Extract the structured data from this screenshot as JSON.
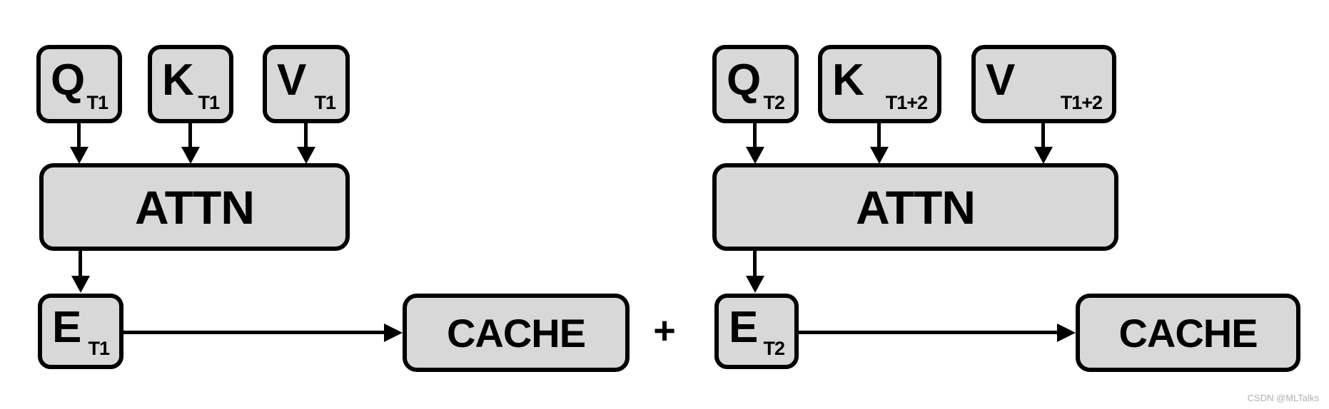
{
  "left": {
    "inputs": [
      {
        "main": "Q",
        "sub": "T1"
      },
      {
        "main": "K",
        "sub": "T1"
      },
      {
        "main": "V",
        "sub": "T1"
      }
    ],
    "attn_label": "ATTN",
    "output": {
      "main": "E",
      "sub": "T1"
    },
    "cache_label": "CACHE"
  },
  "plus_label": "+",
  "right": {
    "inputs": [
      {
        "main": "Q",
        "sub": "T2"
      },
      {
        "main": "K",
        "sub": "T1+2"
      },
      {
        "main": "V",
        "sub": "T1+2"
      }
    ],
    "attn_label": "ATTN",
    "output": {
      "main": "E",
      "sub": "T2"
    },
    "cache_label": "CACHE"
  },
  "watermark": "CSDN @MLTalks",
  "colors": {
    "background": "#ffffff",
    "box_fill": "#d8d8d8",
    "box_border": "#000000",
    "watermark": "#b0b0b0"
  }
}
